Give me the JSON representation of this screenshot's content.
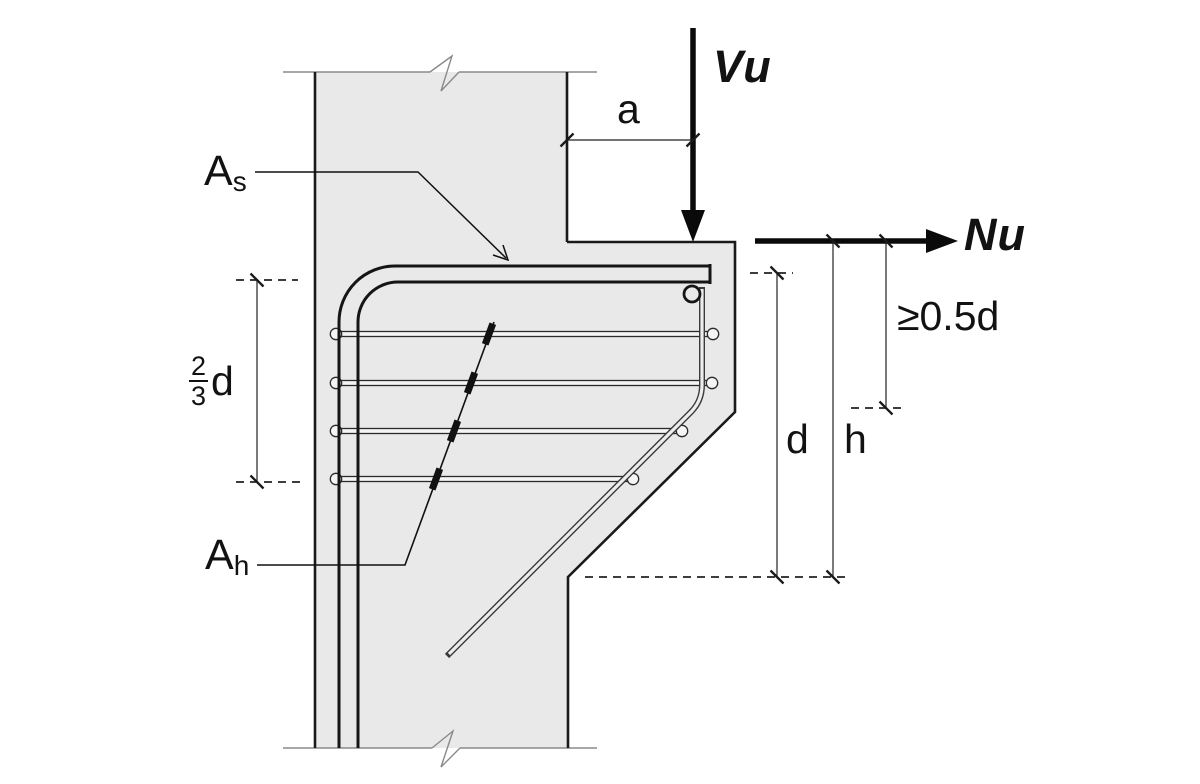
{
  "diagram": {
    "loads": {
      "vertical_load": "Vu",
      "horizontal_load": "Nu"
    },
    "dimensions": {
      "shear_span": "a",
      "effective_depth": "d",
      "overall_depth": "h",
      "min_outer_depth": "≥0.5d",
      "hoop_zone_numerator": "2",
      "hoop_zone_denominator": "3",
      "hoop_zone_unit": "d"
    },
    "reinforcement": {
      "main_bar_letter": "A",
      "main_bar_sub": "s",
      "hoop_bar_letter": "A",
      "hoop_bar_sub": "h"
    },
    "colors": {
      "concrete_fill": "#e9e9e9",
      "outline": "#1a1a1a",
      "bar_fill": "#f5f5f5",
      "cut_line": "#8a8a8a",
      "dim_line": "#222222"
    }
  }
}
